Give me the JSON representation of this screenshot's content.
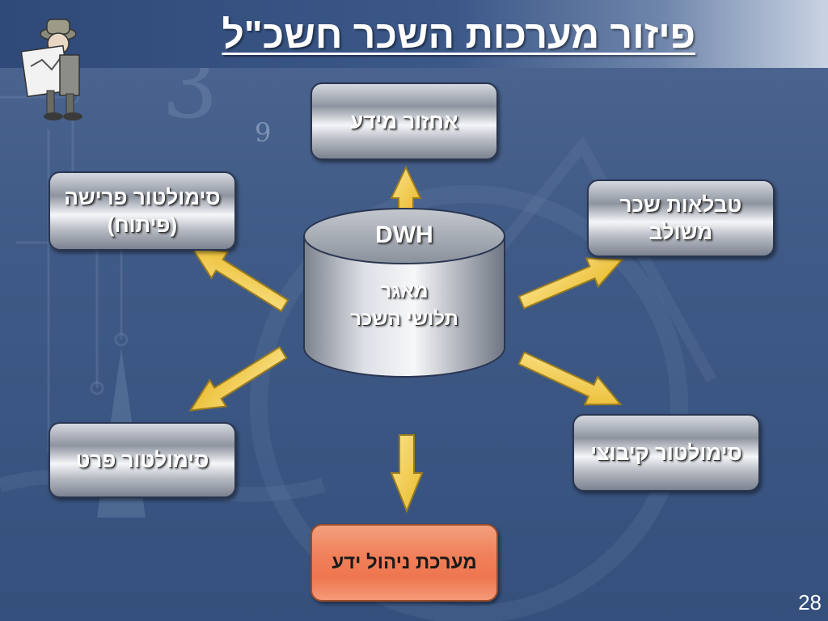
{
  "slide": {
    "title": "פיזור מערכות השכר חשכ\"ל",
    "page_number": "28"
  },
  "center": {
    "top_label": "DWH",
    "body_label": "מאגר\nתלושי השכר"
  },
  "nodes": {
    "top": "אחזור מידע",
    "top_left": "סימולטור פרישה\n(פיתוח)",
    "top_right": "טבלאות שכר\nמשולב",
    "bottom_left": "סימולטור פרט",
    "bottom_right": "סימולטור קיבוצי",
    "bottom": "מערכת ניהול ידע"
  },
  "colors": {
    "arrow_fill": "#f5cf3f",
    "arrow_stroke": "#a08020",
    "highlight_box": "#f0805a"
  }
}
